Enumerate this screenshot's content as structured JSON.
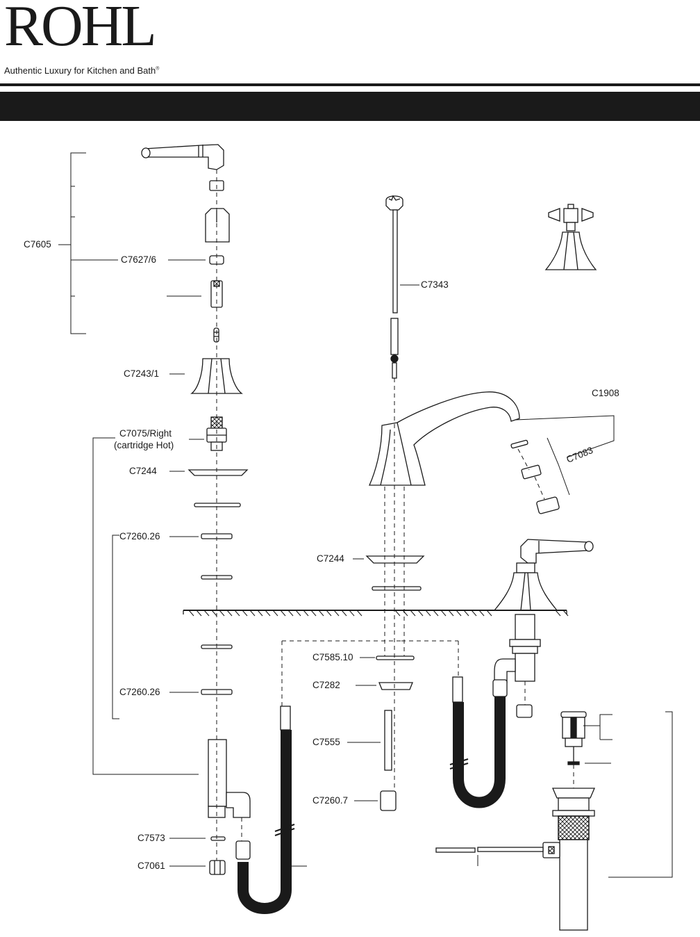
{
  "brand": {
    "logo_text": "ROHL",
    "tagline": "Authentic Luxury for Kitchen and Bath",
    "tagline_mark": "®"
  },
  "banner": {
    "title": ""
  },
  "labels": {
    "c7605": "C7605",
    "c7627": "C7627/6",
    "c7243": "C7243/1",
    "c7075_a": "C7075/Right",
    "c7075_b": "(cartridge Hot)",
    "c7244_left": "C7244",
    "c7260_26_a": "C7260.26",
    "c7260_26_b": "C7260.26",
    "c7573": "C7573",
    "c7061": "C7061",
    "c7343": "C7343",
    "c1908": "C1908",
    "c7083": "C7083",
    "c7244_center": "C7244",
    "c7585": "C7585.10",
    "c7282": "C7282",
    "c7555": "C7555",
    "c7260_7": "C7260.7"
  },
  "colors": {
    "ink": "#1a1a1a",
    "background": "#ffffff"
  }
}
